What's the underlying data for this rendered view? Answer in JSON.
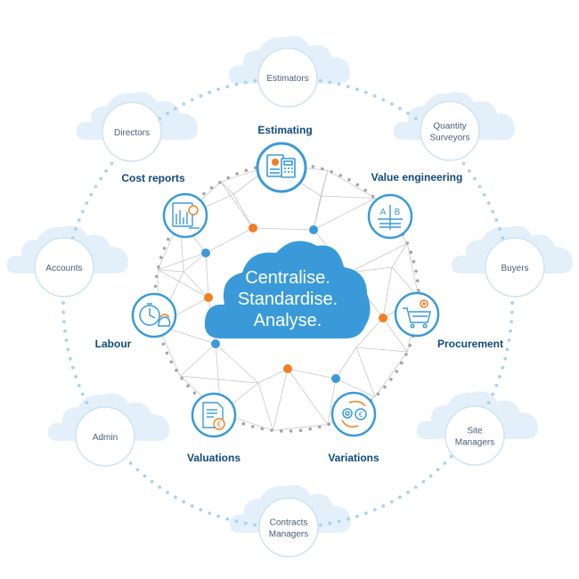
{
  "center": {
    "lines": [
      "Centralise.",
      "Standardise.",
      "Analyse."
    ]
  },
  "roles": [
    {
      "id": "estimators",
      "lines": [
        "Estimators"
      ]
    },
    {
      "id": "quantity-surveyors",
      "lines": [
        "Quantity",
        "Surveyors"
      ]
    },
    {
      "id": "buyers",
      "lines": [
        "Buyers"
      ]
    },
    {
      "id": "site-managers",
      "lines": [
        "Site",
        "Managers"
      ]
    },
    {
      "id": "contracts-managers",
      "lines": [
        "Contracts",
        "Managers"
      ]
    },
    {
      "id": "admin",
      "lines": [
        "Admin"
      ]
    },
    {
      "id": "accounts",
      "lines": [
        "Accounts"
      ]
    },
    {
      "id": "directors",
      "lines": [
        "Directors"
      ]
    }
  ],
  "modules": [
    {
      "id": "estimating",
      "label": "Estimating",
      "icon": "calculator-document-icon"
    },
    {
      "id": "value-engineering",
      "label": "Value engineering",
      "icon": "ab-comparison-icon"
    },
    {
      "id": "procurement",
      "label": "Procurement",
      "icon": "shopping-cart-icon"
    },
    {
      "id": "variations",
      "label": "Variations",
      "icon": "gear-euro-cycle-icon"
    },
    {
      "id": "valuations",
      "label": "Valuations",
      "icon": "invoice-euro-icon"
    },
    {
      "id": "labour",
      "label": "Labour",
      "icon": "stopwatch-worker-icon"
    },
    {
      "id": "cost-reports",
      "label": "Cost reports",
      "icon": "bar-chart-report-icon"
    }
  ],
  "colors": {
    "primary_blue": "#3a9ad9",
    "node_blue": "#3a9ad9",
    "node_orange": "#f07f23",
    "label_navy": "#0f4a78",
    "cloud_light": "#e4f0f9",
    "ring_dots": "#a9d2ee",
    "inner_dots": "#a5a5a5",
    "network_lines": "#c8c8c8"
  }
}
